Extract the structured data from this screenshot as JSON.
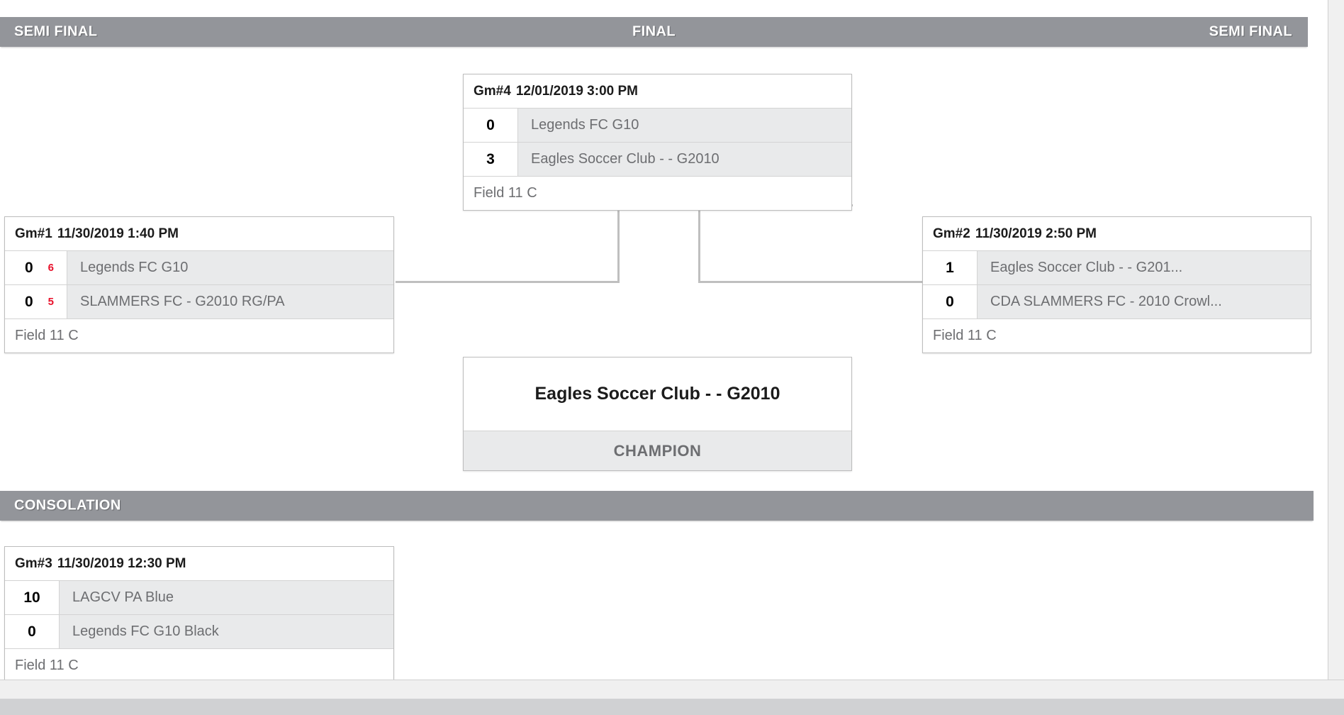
{
  "rounds": {
    "semifinal_left": "SEMI FINAL",
    "final": "FINAL",
    "semifinal_right": "SEMI FINAL",
    "consolation": "CONSOLATION"
  },
  "matches": {
    "gm4": {
      "game_number": "Gm#4",
      "datetime": "12/01/2019 3:00 PM",
      "field": "Field 11 C",
      "teams": [
        {
          "score": "0",
          "pk": "",
          "name": "Legends FC G10"
        },
        {
          "score": "3",
          "pk": "",
          "name": "Eagles Soccer Club - - G2010"
        }
      ]
    },
    "gm1": {
      "game_number": "Gm#1",
      "datetime": "11/30/2019 1:40 PM",
      "field": "Field 11 C",
      "teams": [
        {
          "score": "0",
          "pk": "6",
          "name": "Legends FC G10"
        },
        {
          "score": "0",
          "pk": "5",
          "name": "SLAMMERS FC - G2010 RG/PA"
        }
      ]
    },
    "gm2": {
      "game_number": "Gm#2",
      "datetime": "11/30/2019 2:50 PM",
      "field": "Field 11 C",
      "teams": [
        {
          "score": "1",
          "pk": "",
          "name": "Eagles Soccer Club - - G201..."
        },
        {
          "score": "0",
          "pk": "",
          "name": "CDA SLAMMERS FC - 2010 Crowl..."
        }
      ]
    },
    "gm3": {
      "game_number": "Gm#3",
      "datetime": "11/30/2019 12:30 PM",
      "field": "Field 11 C",
      "teams": [
        {
          "score": "10",
          "pk": "",
          "name": "LAGCV PA Blue"
        },
        {
          "score": "0",
          "pk": "",
          "name": "Legends FC G10 Black"
        }
      ]
    }
  },
  "champion": {
    "team_name": "Eagles Soccer Club - - G2010",
    "label": "CHAMPION"
  },
  "colors": {
    "round_bar": "#93959a",
    "team_row": "#e9eaeb",
    "shootout_score": "#e8102a",
    "text_muted": "#6d6e71",
    "connector": "#bfbfbf"
  }
}
